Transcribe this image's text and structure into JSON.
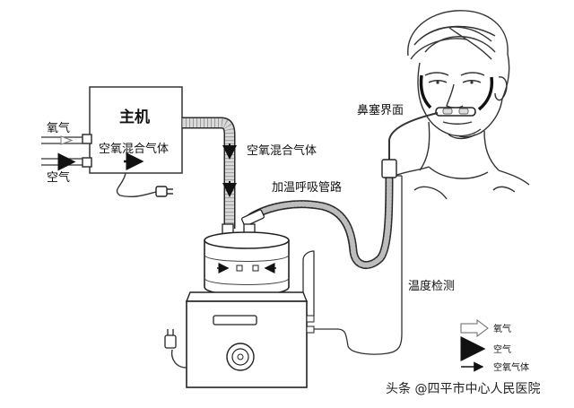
{
  "title": "",
  "labels": {
    "main_unit": "主机",
    "main_unit_mixed": "空氧混合气体",
    "oxygen_in": "氧气",
    "air_in": "空气",
    "mixed_tube": "空氧混合气体",
    "heated_tube": "加温呼吸管路",
    "nasal_cannula": "鼻塞界面",
    "temp_probe": "温度检测"
  },
  "legend": {
    "items": [
      {
        "label": "氧气",
        "icon": "hollow-arrow-icon"
      },
      {
        "label": "空气",
        "icon": "bold-arrow-icon"
      },
      {
        "label": "空氧气体",
        "icon": "thin-arrow-icon"
      }
    ]
  },
  "watermark": "头条 @四平市中心人民医院",
  "colors": {
    "stroke": "#2b2b2b",
    "hose_fill": "#bdbdbd",
    "background": "#ffffff"
  }
}
